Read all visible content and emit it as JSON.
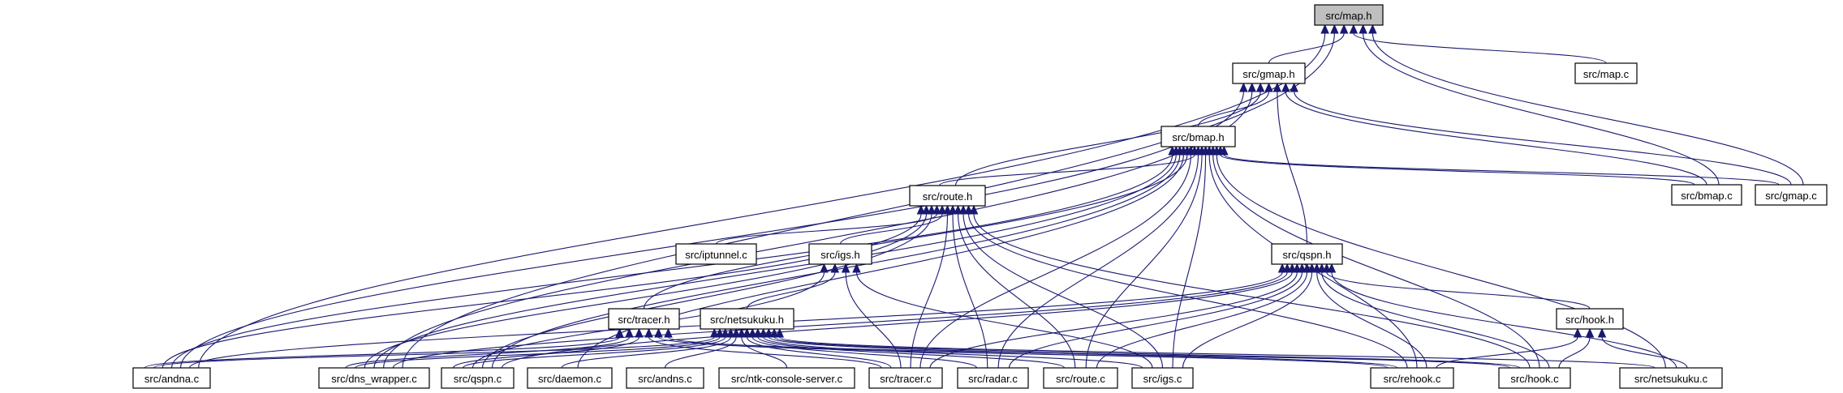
{
  "title": "src/map.h",
  "colors": {
    "edge": "#191970",
    "root_fill": "#bfbfbf",
    "node_fill": "#ffffff",
    "node_border": "#000000"
  },
  "nodes": [
    {
      "id": "map_h",
      "label": "src/map.h",
      "root": true
    },
    {
      "id": "gmap_h",
      "label": "src/gmap.h"
    },
    {
      "id": "map_c",
      "label": "src/map.c"
    },
    {
      "id": "bmap_h",
      "label": "src/bmap.h"
    },
    {
      "id": "bmap_c",
      "label": "src/bmap.c"
    },
    {
      "id": "gmap_c",
      "label": "src/gmap.c"
    },
    {
      "id": "route_h",
      "label": "src/route.h"
    },
    {
      "id": "iptunnel_c",
      "label": "src/iptunnel.c"
    },
    {
      "id": "igs_h",
      "label": "src/igs.h"
    },
    {
      "id": "qspn_h",
      "label": "src/qspn.h"
    },
    {
      "id": "tracer_h",
      "label": "src/tracer.h"
    },
    {
      "id": "netsukuku_h",
      "label": "src/netsukuku.h"
    },
    {
      "id": "hook_h",
      "label": "src/hook.h"
    },
    {
      "id": "andna_c",
      "label": "src/andna.c"
    },
    {
      "id": "dns_wrapper_c",
      "label": "src/dns_wrapper.c"
    },
    {
      "id": "qspn_c",
      "label": "src/qspn.c"
    },
    {
      "id": "daemon_c",
      "label": "src/daemon.c"
    },
    {
      "id": "andns_c",
      "label": "src/andns.c"
    },
    {
      "id": "ntk_console_server_c",
      "label": "src/ntk-console-server.c"
    },
    {
      "id": "tracer_c",
      "label": "src/tracer.c"
    },
    {
      "id": "radar_c",
      "label": "src/radar.c"
    },
    {
      "id": "route_c",
      "label": "src/route.c"
    },
    {
      "id": "igs_c",
      "label": "src/igs.c"
    },
    {
      "id": "rehook_c",
      "label": "src/rehook.c"
    },
    {
      "id": "hook_c",
      "label": "src/hook.c"
    },
    {
      "id": "netsukuku_c",
      "label": "src/netsukuku.c"
    }
  ],
  "edges": [
    [
      "gmap_h",
      "map_h"
    ],
    [
      "map_c",
      "map_h"
    ],
    [
      "bmap_c",
      "map_h"
    ],
    [
      "gmap_c",
      "map_h"
    ],
    [
      "andna_c",
      "map_h"
    ],
    [
      "dns_wrapper_c",
      "map_h"
    ],
    [
      "bmap_h",
      "gmap_h"
    ],
    [
      "bmap_c",
      "gmap_h"
    ],
    [
      "gmap_c",
      "gmap_h"
    ],
    [
      "route_h",
      "gmap_h"
    ],
    [
      "qspn_h",
      "gmap_h"
    ],
    [
      "andna_c",
      "gmap_h"
    ],
    [
      "dns_wrapper_c",
      "gmap_h"
    ],
    [
      "bmap_c",
      "bmap_h"
    ],
    [
      "gmap_c",
      "bmap_h"
    ],
    [
      "route_h",
      "bmap_h"
    ],
    [
      "tracer_h",
      "bmap_h"
    ],
    [
      "andna_c",
      "bmap_h"
    ],
    [
      "dns_wrapper_c",
      "bmap_h"
    ],
    [
      "qspn_c",
      "bmap_h"
    ],
    [
      "daemon_c",
      "bmap_h"
    ],
    [
      "tracer_c",
      "bmap_h"
    ],
    [
      "radar_c",
      "bmap_h"
    ],
    [
      "route_c",
      "bmap_h"
    ],
    [
      "igs_c",
      "bmap_h"
    ],
    [
      "rehook_c",
      "bmap_h"
    ],
    [
      "hook_c",
      "bmap_h"
    ],
    [
      "netsukuku_c",
      "bmap_h"
    ],
    [
      "iptunnel_c",
      "route_h"
    ],
    [
      "igs_h",
      "route_h"
    ],
    [
      "andna_c",
      "route_h"
    ],
    [
      "dns_wrapper_c",
      "route_h"
    ],
    [
      "qspn_c",
      "route_h"
    ],
    [
      "tracer_c",
      "route_h"
    ],
    [
      "radar_c",
      "route_h"
    ],
    [
      "route_c",
      "route_h"
    ],
    [
      "igs_c",
      "route_h"
    ],
    [
      "rehook_c",
      "route_h"
    ],
    [
      "hook_c",
      "route_h"
    ],
    [
      "netsukuku_h",
      "igs_h"
    ],
    [
      "qspn_c",
      "igs_h"
    ],
    [
      "tracer_c",
      "igs_h"
    ],
    [
      "igs_c",
      "igs_h"
    ],
    [
      "andna_c",
      "qspn_h"
    ],
    [
      "dns_wrapper_c",
      "qspn_h"
    ],
    [
      "qspn_c",
      "qspn_h"
    ],
    [
      "tracer_c",
      "qspn_h"
    ],
    [
      "radar_c",
      "qspn_h"
    ],
    [
      "route_c",
      "qspn_h"
    ],
    [
      "igs_c",
      "qspn_h"
    ],
    [
      "rehook_c",
      "qspn_h"
    ],
    [
      "hook_c",
      "qspn_h"
    ],
    [
      "netsukuku_c",
      "qspn_h"
    ],
    [
      "hook_h",
      "qspn_h"
    ],
    [
      "andna_c",
      "tracer_h"
    ],
    [
      "dns_wrapper_c",
      "tracer_h"
    ],
    [
      "qspn_c",
      "tracer_h"
    ],
    [
      "tracer_c",
      "tracer_h"
    ],
    [
      "rehook_c",
      "tracer_h"
    ],
    [
      "hook_c",
      "tracer_h"
    ],
    [
      "andna_c",
      "netsukuku_h"
    ],
    [
      "dns_wrapper_c",
      "netsukuku_h"
    ],
    [
      "qspn_c",
      "netsukuku_h"
    ],
    [
      "daemon_c",
      "netsukuku_h"
    ],
    [
      "andns_c",
      "netsukuku_h"
    ],
    [
      "ntk_console_server_c",
      "netsukuku_h"
    ],
    [
      "tracer_c",
      "netsukuku_h"
    ],
    [
      "radar_c",
      "netsukuku_h"
    ],
    [
      "route_c",
      "netsukuku_h"
    ],
    [
      "igs_c",
      "netsukuku_h"
    ],
    [
      "rehook_c",
      "netsukuku_h"
    ],
    [
      "hook_c",
      "netsukuku_h"
    ],
    [
      "netsukuku_c",
      "netsukuku_h"
    ],
    [
      "rehook_c",
      "hook_h"
    ],
    [
      "hook_c",
      "hook_h"
    ],
    [
      "netsukuku_c",
      "hook_h"
    ]
  ]
}
